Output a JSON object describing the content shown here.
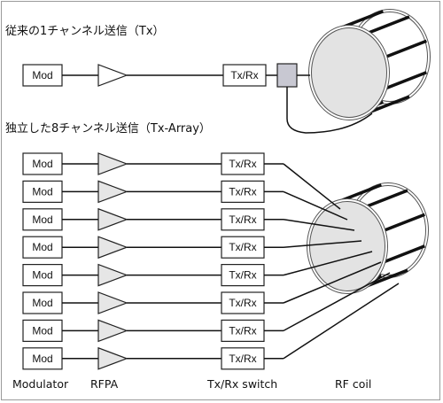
{
  "diagram": {
    "single_title": "従来の1チャンネル送信（Tx）",
    "array_title": "独立した8チャンネル送信（Tx-Array）",
    "mod_label": "Mod",
    "switch_label": "Tx/Rx",
    "channel_count": 8,
    "bottom_labels": {
      "modulator": "Modulator",
      "rfpa": "RFPA",
      "switch": "Tx/Rx switch",
      "coil": "RF coil"
    },
    "colors": {
      "line": "#111111",
      "box_border": "#222222",
      "amp_fill_single": "#ffffff",
      "amp_fill_array": "#e6e6e6",
      "hybrid_fill": "#c8c8d2",
      "coil_fill": "#e3e3e3",
      "frame": "#9a9a9a"
    }
  }
}
